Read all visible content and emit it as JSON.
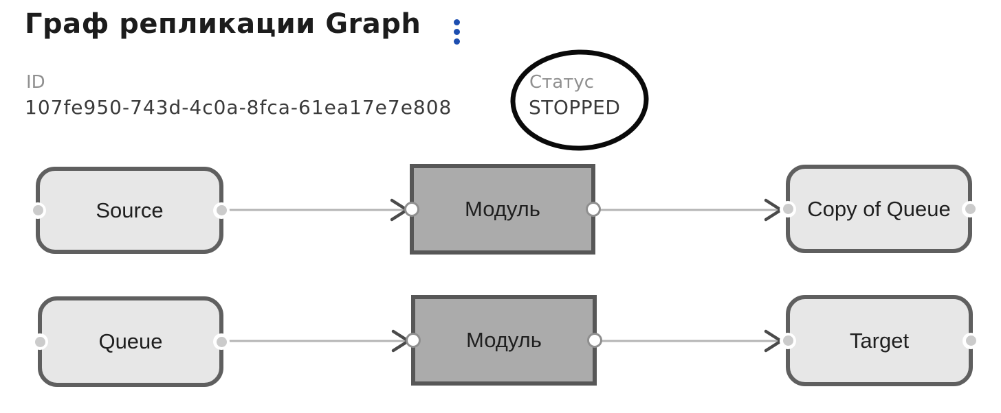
{
  "header": {
    "title": "Граф репликации Graph",
    "menu_icon": "kebab-menu-icon"
  },
  "info": {
    "id_label": "ID",
    "id_value": "107fe950-743d-4c0a-8fca-61ea17e7e808",
    "status_label": "Статус",
    "status_value": "STOPPED",
    "status_annotation": "hand-drawn black ellipse circling the status"
  },
  "colors": {
    "accent_blue": "#1d4eb0",
    "endpoint_node_fill": "#e7e7e7",
    "module_node_fill": "#ababab",
    "node_border": "#5f5f5f",
    "edge_line": "#b4b4b4",
    "arrowhead": "#4a4a4a",
    "port_dot": "#cbcbcb",
    "annotation_stroke": "#0a0a0a",
    "label_gray": "#8f8f8f",
    "text_dark": "#3a3a3a"
  },
  "graph": {
    "nodes": [
      {
        "id": "source",
        "label": "Source",
        "type": "endpoint",
        "row": 1,
        "col": 1
      },
      {
        "id": "module-1",
        "label": "Модуль",
        "type": "module",
        "row": 1,
        "col": 2
      },
      {
        "id": "copy-of-queue",
        "label": "Copy of Queue",
        "type": "endpoint",
        "row": 1,
        "col": 3
      },
      {
        "id": "queue",
        "label": "Queue",
        "type": "endpoint",
        "row": 2,
        "col": 1
      },
      {
        "id": "module-2",
        "label": "Модуль",
        "type": "module",
        "row": 2,
        "col": 2
      },
      {
        "id": "target",
        "label": "Target",
        "type": "endpoint",
        "row": 2,
        "col": 3
      }
    ],
    "edges": [
      {
        "from": "source",
        "to": "module-1"
      },
      {
        "from": "module-1",
        "to": "copy-of-queue"
      },
      {
        "from": "queue",
        "to": "module-2"
      },
      {
        "from": "module-2",
        "to": "target"
      }
    ]
  }
}
